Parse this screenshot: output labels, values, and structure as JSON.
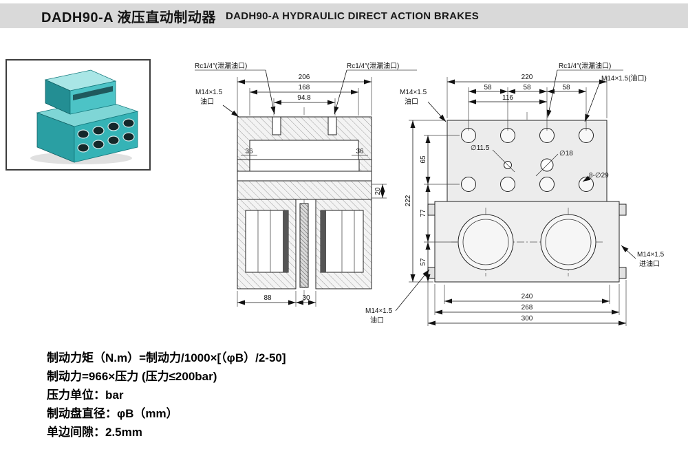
{
  "header": {
    "title_cn": "DADH90-A 液压直动制动器",
    "title_en": "DADH90-A  HYDRAULIC DIRECT ACTION BRAKES"
  },
  "front": {
    "leak_left": "Rc1/4″(泄漏油口)",
    "leak_right": "Rc1/4″(泄漏油口)",
    "port_m14": "M14×1.5",
    "port_m14_cn": "油口",
    "d206": "206",
    "d168": "168",
    "d948": "94.8",
    "d36a": "36",
    "d36b": "36",
    "d20": "20",
    "d88": "88",
    "d30": "30"
  },
  "side": {
    "leak": "Rc1/4″(泄漏油口)",
    "port_top": "M14×1.5(油口)",
    "port_left_m14": "M14×1.5",
    "port_left_cn": "油口",
    "inlet_m14": "M14×1.5",
    "inlet_cn": "进油口",
    "port_bottom_m14": "M14×1.5",
    "port_bottom_cn": "油口",
    "d220": "220",
    "d58a": "58",
    "d58b": "58",
    "d58c": "58",
    "d116": "116",
    "d65": "65",
    "d222": "222",
    "d77": "77",
    "d57": "57",
    "d240": "240",
    "d268": "268",
    "d300": "300",
    "h115": "∅11.5",
    "h18": "∅18",
    "h829": "8-∅29"
  },
  "formulas": {
    "l1": "制动力矩（N.m）=制动力/1000×[（φB）/2-50]",
    "l2": "制动力=966×压力 (压力≤200bar)",
    "l3": "压力单位：bar",
    "l4": "制动盘直径：φB（mm）",
    "l5": "单边间隙：2.5mm"
  }
}
